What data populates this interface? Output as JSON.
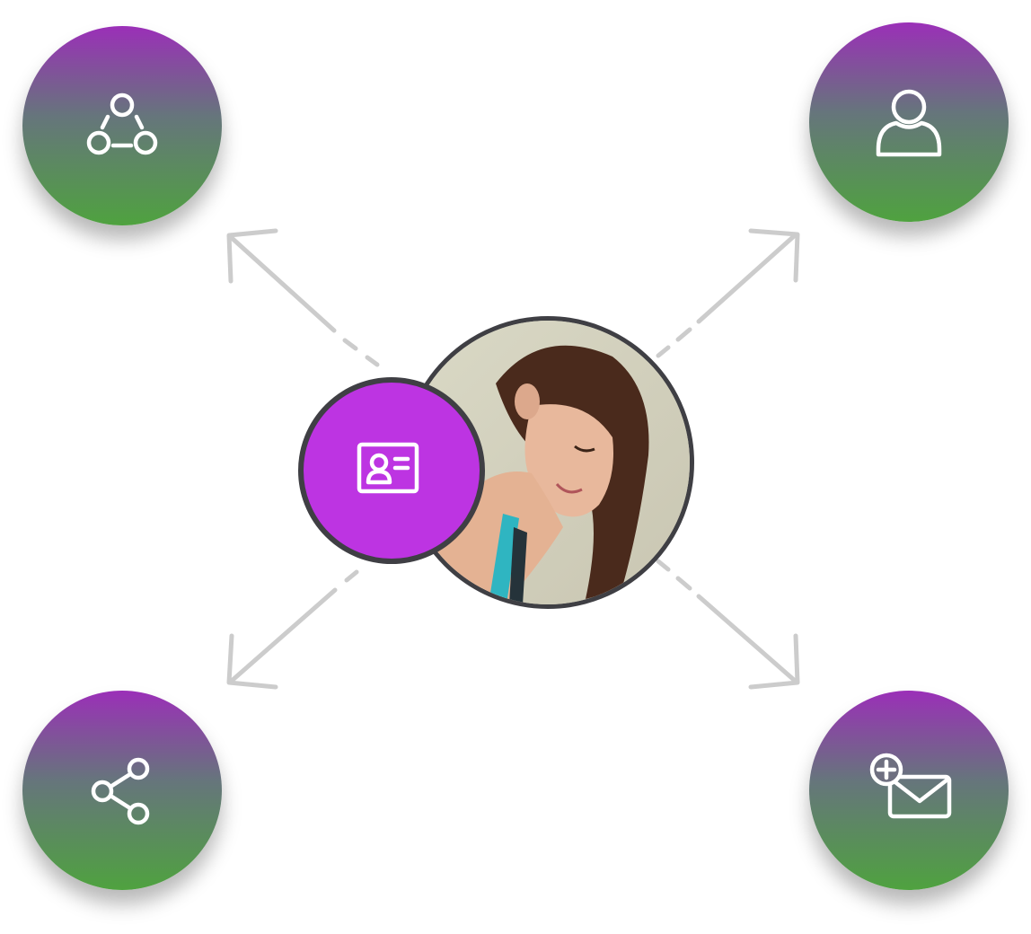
{
  "diagram": {
    "center": {
      "photo": "woman-profile-photo",
      "badge_icon": "contact-card-icon",
      "badge_color": "#bd34e2",
      "ring_color": "#3f3f44"
    },
    "nodes": [
      {
        "id": "top-left",
        "icon": "network-group-icon"
      },
      {
        "id": "top-right",
        "icon": "user-icon"
      },
      {
        "id": "bottom-left",
        "icon": "share-icon"
      },
      {
        "id": "bottom-right",
        "icon": "add-mail-icon"
      }
    ],
    "node_gradient": [
      "#9b2fb8",
      "#66757c",
      "#4fa23f"
    ],
    "arrow_color": "#cccccc"
  }
}
